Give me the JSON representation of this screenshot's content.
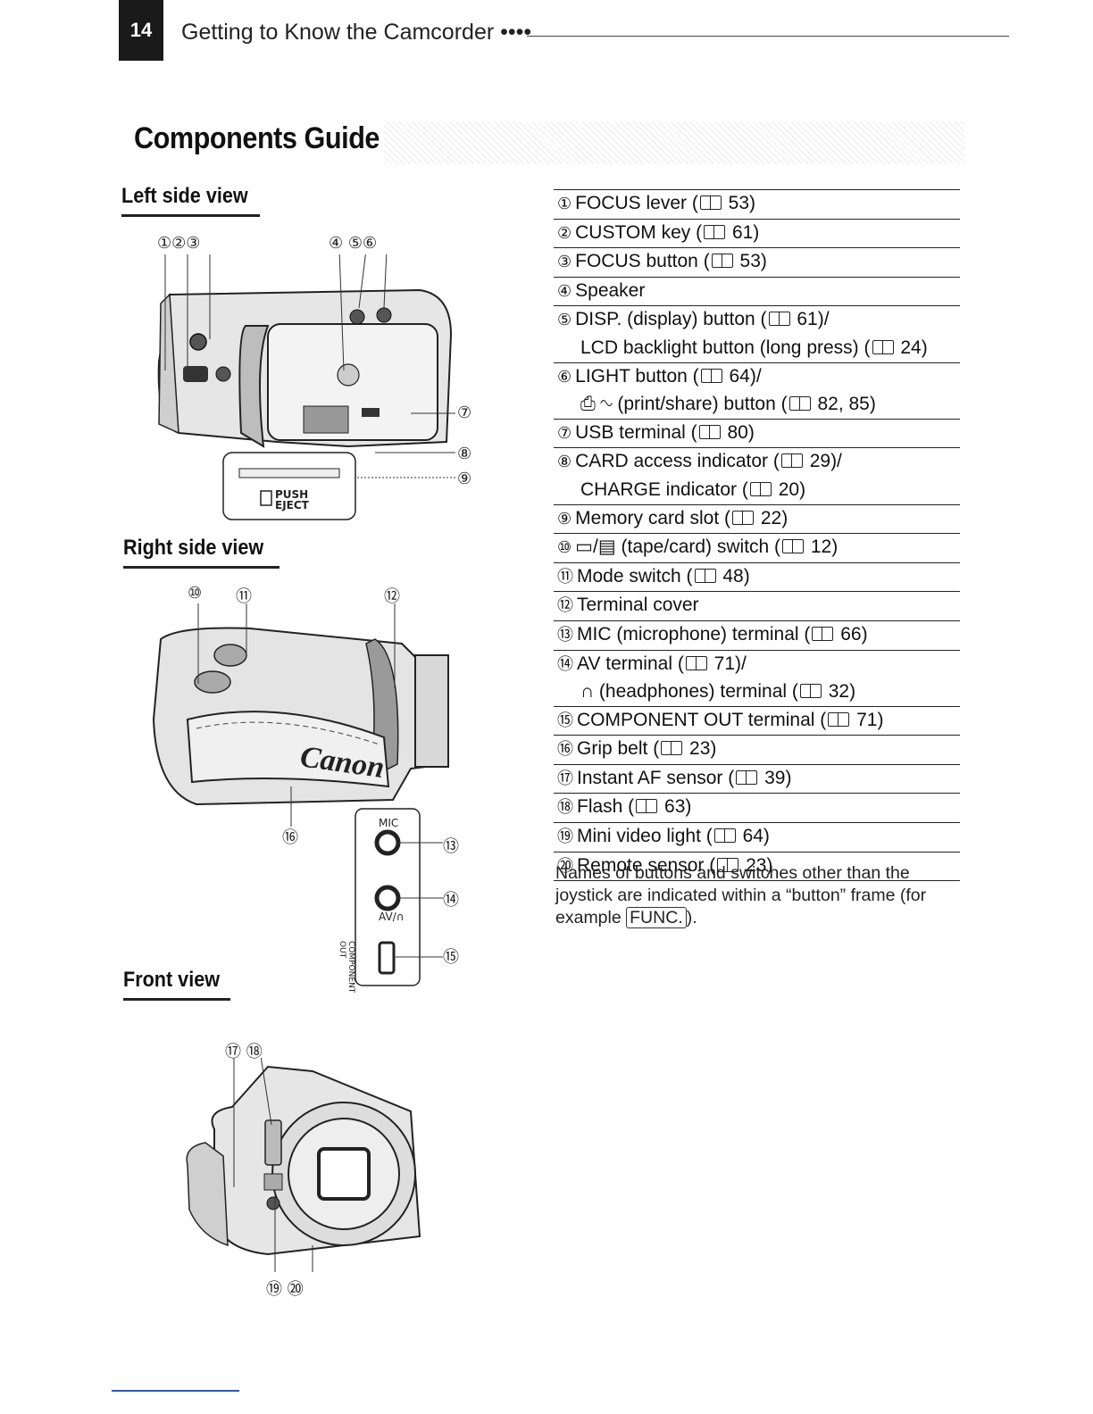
{
  "header": {
    "page_number": "14",
    "title": "Getting to Know the Camcorder ••••"
  },
  "section_title": "Components Guide",
  "views": {
    "left": {
      "heading": "Left side view",
      "callouts": [
        "①②③",
        "④ ⑤⑥",
        "⑦",
        "⑧",
        "⑨"
      ],
      "slot_label_top": "PUSH",
      "slot_label_bottom": "EJECT"
    },
    "right": {
      "heading": "Right side view",
      "callouts": [
        "⑩",
        "⑪",
        "⑫",
        "⑭",
        "⑬",
        "⑮",
        "⑯"
      ],
      "brand": "Canon",
      "mic_label": "MIC",
      "av_label": "AV/∩",
      "component_label": "COMPONENT OUT"
    },
    "front": {
      "heading": "Front view",
      "callouts": [
        "⑰ ⑱",
        "⑲ ⑳"
      ]
    }
  },
  "components": [
    {
      "num": "①",
      "lines": [
        "FOCUS lever (",
        " 53)"
      ]
    },
    {
      "num": "②",
      "lines": [
        "CUSTOM key (",
        " 61)"
      ]
    },
    {
      "num": "③",
      "lines": [
        "FOCUS button (",
        " 53)"
      ]
    },
    {
      "num": "④",
      "lines": [
        "Speaker"
      ]
    },
    {
      "num": "⑤",
      "lines": [
        "DISP. (display) button (",
        " 61)/"
      ],
      "line2": [
        "LCD backlight button (long press) (",
        " 24)"
      ]
    },
    {
      "num": "⑥",
      "lines": [
        "LIGHT button (",
        " 64)/"
      ],
      "line2": [
        "⎙ ∿ (print/share) button (",
        " 82, 85)"
      ]
    },
    {
      "num": "⑦",
      "lines": [
        "USB terminal (",
        " 80)"
      ]
    },
    {
      "num": "⑧",
      "lines": [
        "CARD access indicator (",
        " 29)/"
      ],
      "line2": [
        "CHARGE indicator (",
        " 20)"
      ]
    },
    {
      "num": "⑨",
      "lines": [
        "Memory card slot (",
        " 22)"
      ]
    },
    {
      "num": "⑩",
      "lines": [
        "▭/▤ (tape/card) switch (",
        " 12)"
      ]
    },
    {
      "num": "⑪",
      "lines": [
        "Mode switch (",
        " 48)"
      ]
    },
    {
      "num": "⑫",
      "lines": [
        "Terminal cover"
      ]
    },
    {
      "num": "⑬",
      "lines": [
        "MIC (microphone) terminal (",
        " 66)"
      ]
    },
    {
      "num": "⑭",
      "lines": [
        "AV terminal (",
        " 71)/"
      ],
      "line2": [
        "∩ (headphones) terminal (",
        " 32)"
      ]
    },
    {
      "num": "⑮",
      "lines": [
        "COMPONENT OUT terminal (",
        " 71)"
      ]
    },
    {
      "num": "⑯",
      "lines": [
        "Grip belt (",
        " 23)"
      ]
    },
    {
      "num": "⑰",
      "lines": [
        "Instant AF sensor (",
        " 39)"
      ]
    },
    {
      "num": "⑱",
      "lines": [
        "Flash (",
        " 63)"
      ]
    },
    {
      "num": "⑲",
      "lines": [
        "Mini video light (",
        " 64)"
      ]
    },
    {
      "num": "⑳",
      "lines": [
        "Remote sensor (",
        " 23)"
      ]
    }
  ],
  "note": {
    "text": "Names of buttons and switches other than the joystick are indicated within a “button” frame (for example ",
    "example_button": "FUNC.",
    "suffix": ")."
  },
  "colors": {
    "ink": "#111111",
    "header_block": "#1a1a1a"
  }
}
